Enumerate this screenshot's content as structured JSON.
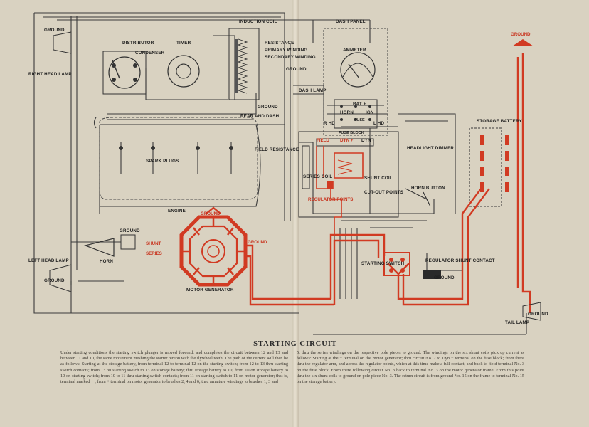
{
  "labels": {
    "ground_tl": "GROUND",
    "right_head_lamp": "RIGHT HEAD LAMP",
    "distributor": "DISTRIBUTOR",
    "condenser": "CONDENSER",
    "timer": "TIMER",
    "induction_coil": "INDUCTION COIL",
    "resistance": "RESISTANCE",
    "primary_winding": "PRIMARY WINDING",
    "secondary_winding": "SECONDARY WINDING",
    "ground_coil": "GROUND",
    "rear_and_dash": "REAR AND DASH",
    "dash_panel": "DASH PANEL",
    "ammeter": "AMMETER",
    "ground_dash": "GROUND",
    "dash_lamp": "DASH LAMP",
    "bat": "BAT +",
    "horn_sw": "HORN",
    "ign": "IGN",
    "fuse": "FUSE",
    "rhd": "R HD",
    "lhd": "L HD",
    "fuse_block": "FUSE BLOCK",
    "field": "FIELD",
    "dyn_plus": "DYN +",
    "dyn_minus": "DYN -",
    "field_resistance": "FIELD RESISTANCE",
    "headlight_dimmer": "HEADLIGHT DIMMER",
    "series_coil": "SERIES COIL",
    "shunt_coil": "SHUNT COIL",
    "regulator_points": "REGULATOR POINTS",
    "cut_out_points": "CUT-OUT POINTS",
    "spark_plugs": "SPARK PLUGS",
    "engine": "ENGINE",
    "horn_button": "HORN BUTTON",
    "ground_red_top": "GROUND",
    "storage_battery": "STORAGE BATTERY",
    "ground_mg": "GROUND",
    "shunt": "SHUNT",
    "series": "SERIES",
    "ground_mg_right": "GROUND",
    "motor_generator": "MOTOR GENERATOR",
    "ground_horn": "GROUND",
    "horn": "HORN",
    "left_head_lamp": "LEFT HEAD LAMP",
    "ground_bl": "GROUND",
    "starting_switch": "STARTING SWITCH",
    "regulator_shunt_contact": "REGULATOR SHUNT CONTACT",
    "ground_reg": "GROUND",
    "ground_tail": "GROUND",
    "tail_lamp": "TAIL LAMP"
  },
  "caption": {
    "title": "STARTING CIRCUIT",
    "left_text": "Under starting conditions the starting switch plunger is moved forward, and completes the circuit between 12 and 13 and between 11 and 10, the same movement meshing the starter pinion with the flywheel teeth. The path of the current will then be as follows: Starting at the storage battery, from terminal 12 to terminal 12 on the starting switch; from 12 to 13 thru starting switch contacts; from 13 on starting switch to 13 on storage battery; thru storage battery to 10; from 10 on storage battery to 10 on starting switch; from 10 to 11 thru starting switch contacts; from 11 on starting switch to 11 on motor generator; that is, terminal marked + ; from + terminal on motor generator to brushes 2, 4 and 6; thru armature windings to brushes 1, 3 and",
    "right_text": "5; thru the series windings on the respective pole pieces to ground. The windings on the six shunt coils pick up current as follows: Starting at the + terminal on the motor generator; thru circuit No. 2 to Dyn + terminal on the fuse block; from there thru the regulator arm, and across the regulator points, which at this time make a full contact, and back to field terminal No. 3 on the fuse block. From there following circuit No. 3 back to terminal No. 3 on the motor generator frame. From this point thru the six shunt coils to ground on pole piece No. 3. The return circuit is from ground No. 15 on the frame to terminal No. 15 on the storage battery."
  },
  "colors": {
    "wire": "#3b3b3b",
    "starting_circuit": "#d13a22",
    "paper": "#d9d2c1"
  }
}
